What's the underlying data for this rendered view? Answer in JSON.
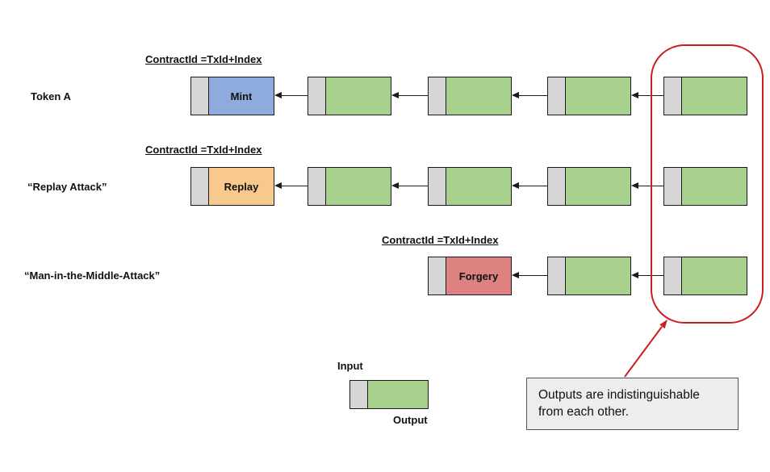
{
  "rows": [
    {
      "label": "Token A",
      "contract_label": "ContractId =TxId+Index",
      "block_label": "Mint"
    },
    {
      "label": "“Replay Attack”",
      "contract_label": "ContractId =TxId+Index",
      "block_label": "Replay"
    },
    {
      "label": "“Man-in-the-Middle-Attack”",
      "contract_label": "ContractId =TxId+Index",
      "block_label": "Forgery"
    }
  ],
  "legend": {
    "input_label": "Input",
    "output_label": "Output"
  },
  "callout": {
    "text": "Outputs are indistinguishable from each other."
  },
  "colors": {
    "green": "#a9d18e",
    "gray": "#d6d6d6",
    "blue": "#8faadc",
    "orange": "#f8c98c",
    "red-block": "#de8181",
    "red-accent": "#cc1f1f",
    "callout-bg": "#ededed",
    "border": "#1a1a1a"
  }
}
